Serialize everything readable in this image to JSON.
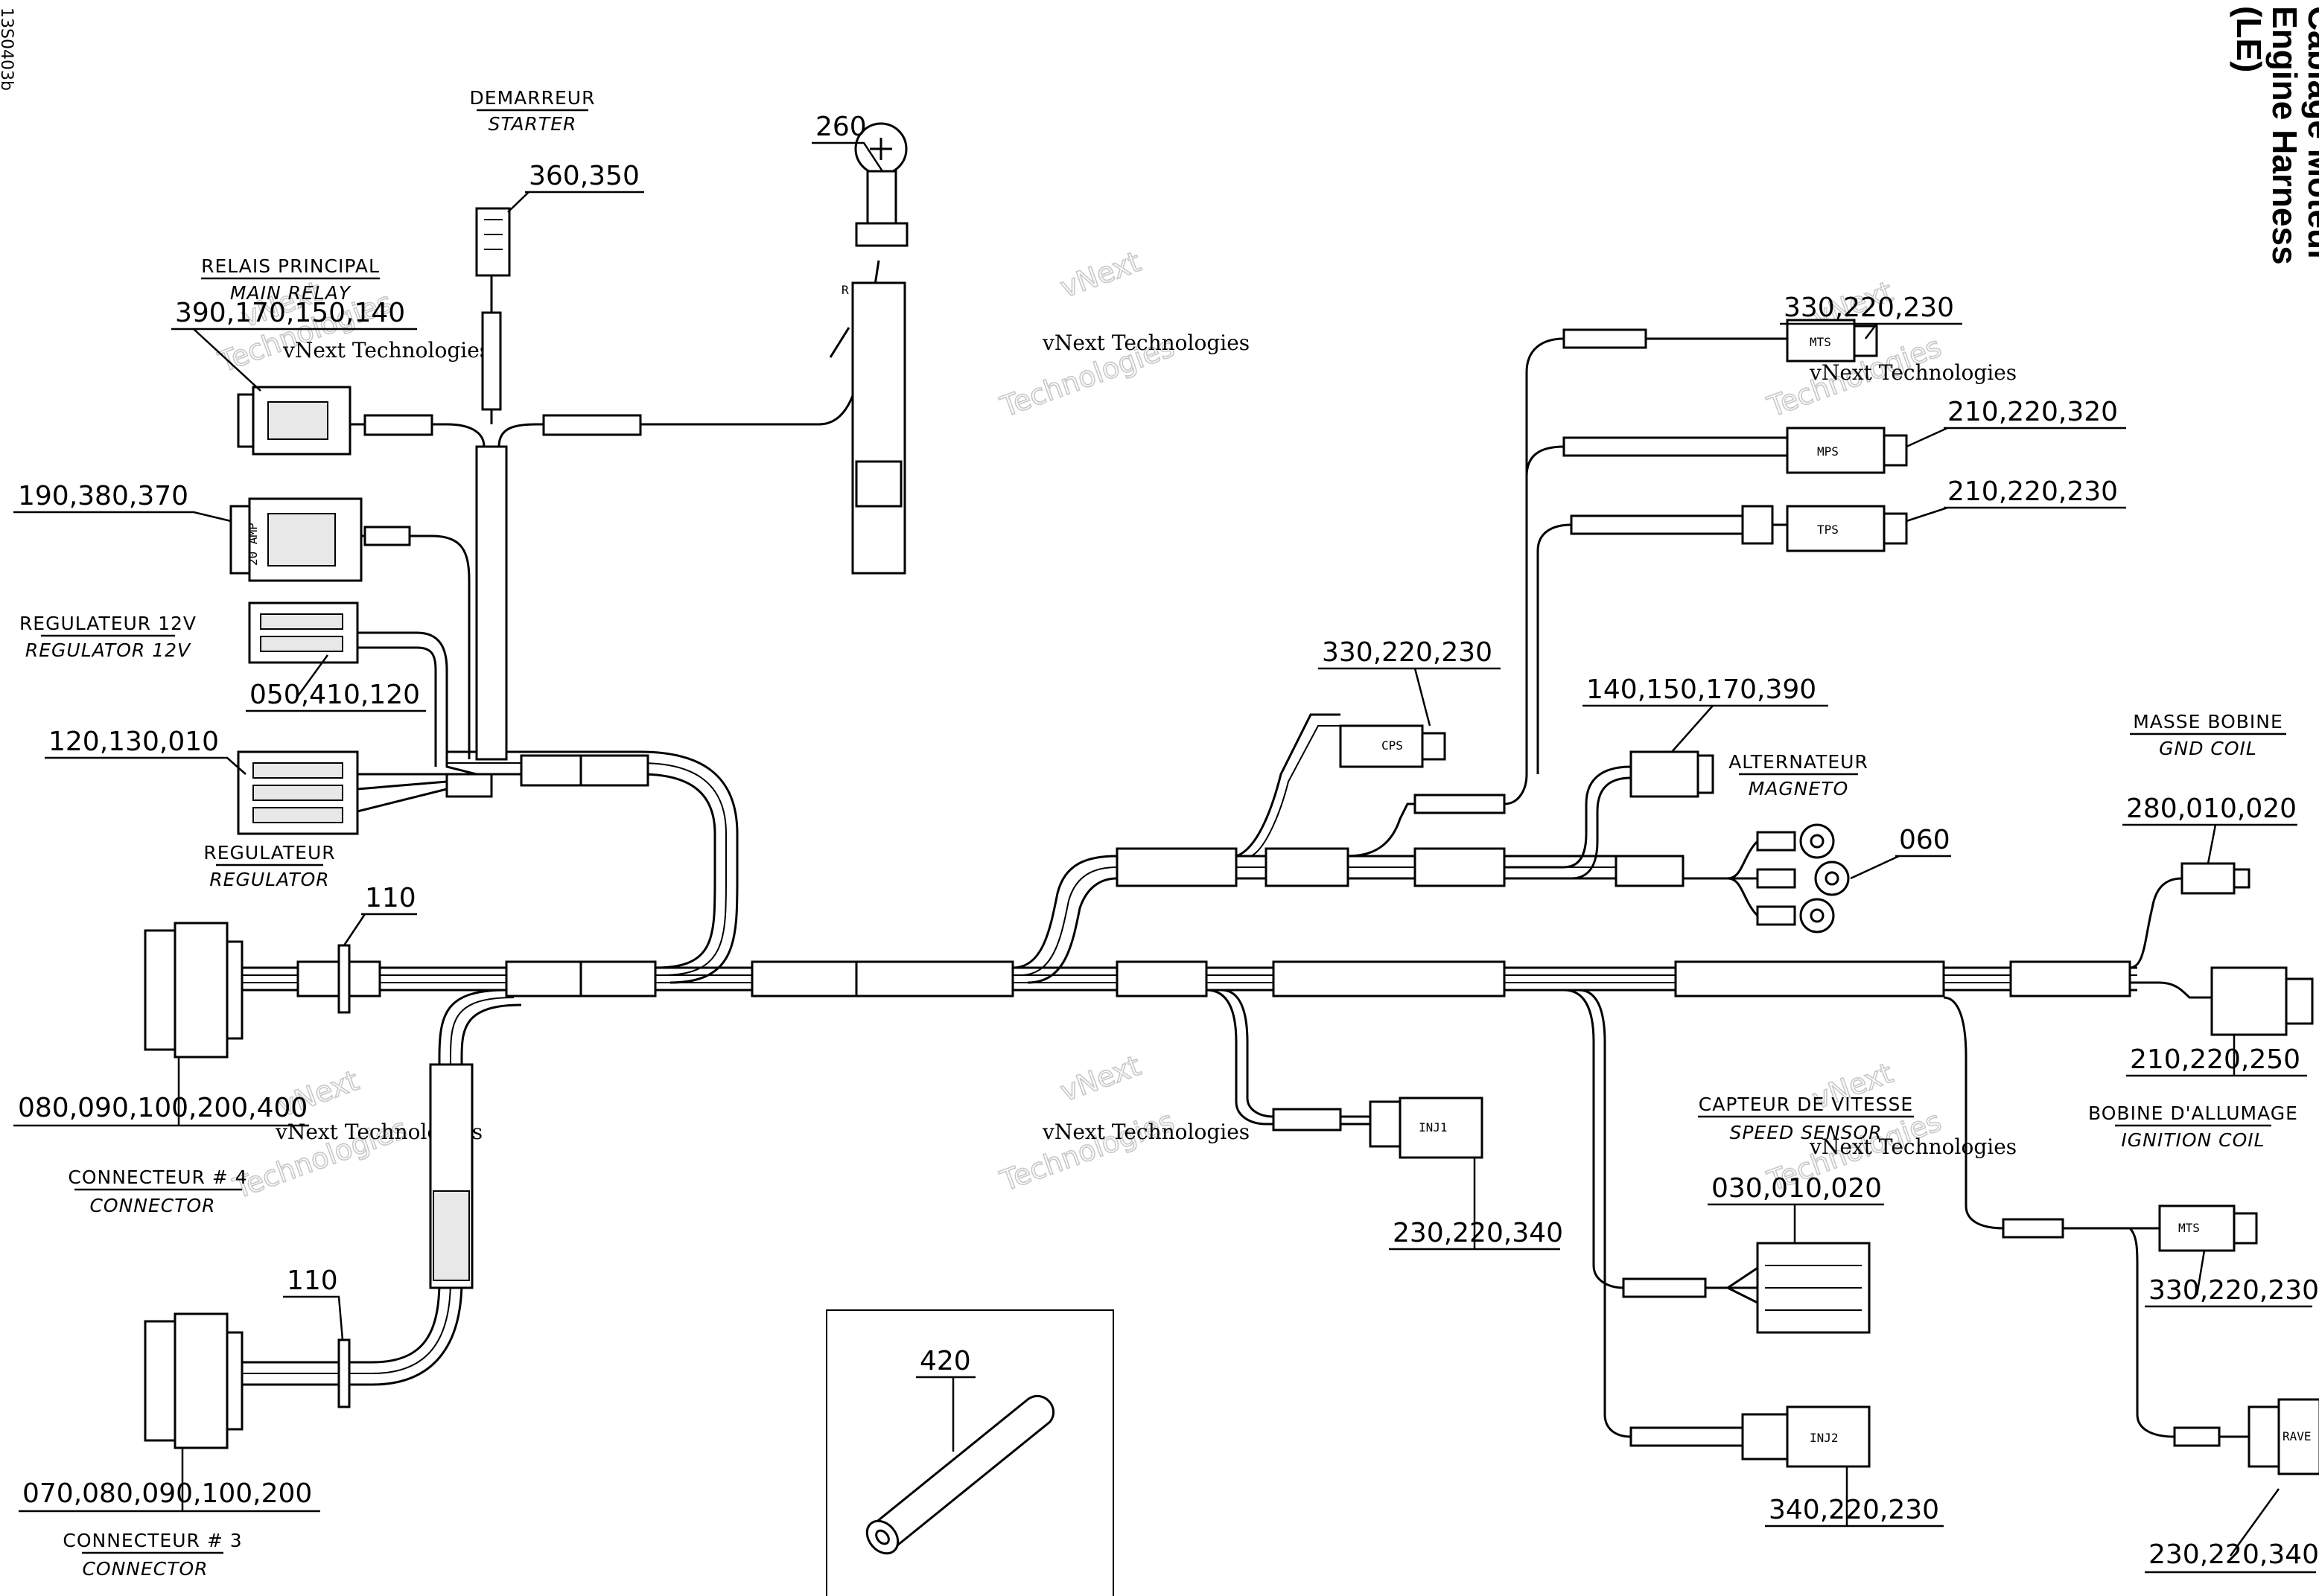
{
  "title": {
    "line1": "Câblage Moteur",
    "line2": "Engine Harness",
    "line3": "(LE)"
  },
  "doc_id": "13S0403b",
  "watermark": {
    "line1": "vNext",
    "line2": "Technologies",
    "small": "vNext Technologies"
  },
  "components": {
    "starter": {
      "fr": "DEMARREUR",
      "en": "STARTER"
    },
    "main_relay": {
      "fr": "RELAIS PRINCIPAL",
      "en": "MAIN RELAY"
    },
    "regulator12": {
      "fr": "REGULATEUR 12V",
      "en": "REGULATOR 12V"
    },
    "regulator": {
      "fr": "REGULATEUR",
      "en": "REGULATOR"
    },
    "connector4": {
      "fr": "CONNECTEUR # 4",
      "en": "CONNECTOR"
    },
    "connector3": {
      "fr": "CONNECTEUR # 3",
      "en": "CONNECTOR"
    },
    "alternator": {
      "fr": "ALTERNATEUR",
      "en": "MAGNETO"
    },
    "gnd_coil": {
      "fr": "MASSE BOBINE",
      "en": "GND COIL"
    },
    "speed_sensor": {
      "fr": "CAPTEUR DE VITESSE",
      "en": "SPEED SENSOR"
    },
    "ignition_coil": {
      "fr": "BOBINE D'ALLUMAGE",
      "en": "IGNITION COIL"
    }
  },
  "callouts": {
    "c260": "260",
    "c360": "360,350",
    "c390": "390,170,150,140",
    "c190": "190,380,370",
    "c050": "050,410,120",
    "c120": "120,130,010",
    "c110a": "110",
    "c080": "080,090,100,200,400",
    "c110b": "110",
    "c070": "070,080,090,100,200",
    "c420": "420",
    "c330top": "330,220,230",
    "c210a": "210,220,320",
    "c210b": "210,220,230",
    "c330mid": "330,220,230",
    "c140": "140,150,170,390",
    "c060": "060",
    "c280": "280,010,020",
    "c210c": "210,220,250",
    "c230a": "230,220,340",
    "c030": "030,010,020",
    "c330right": "330,220,230",
    "c340": "340,220,230",
    "c230b": "230,220,340"
  },
  "connector_tags": {
    "mts": "MTS",
    "mps": "MPS",
    "tps": "TPS",
    "cps": "CPS",
    "inj1": "INJ1",
    "inj2": "INJ2",
    "rave": "RAVE",
    "amp20": "20 AMP",
    "wire_r": "R"
  }
}
